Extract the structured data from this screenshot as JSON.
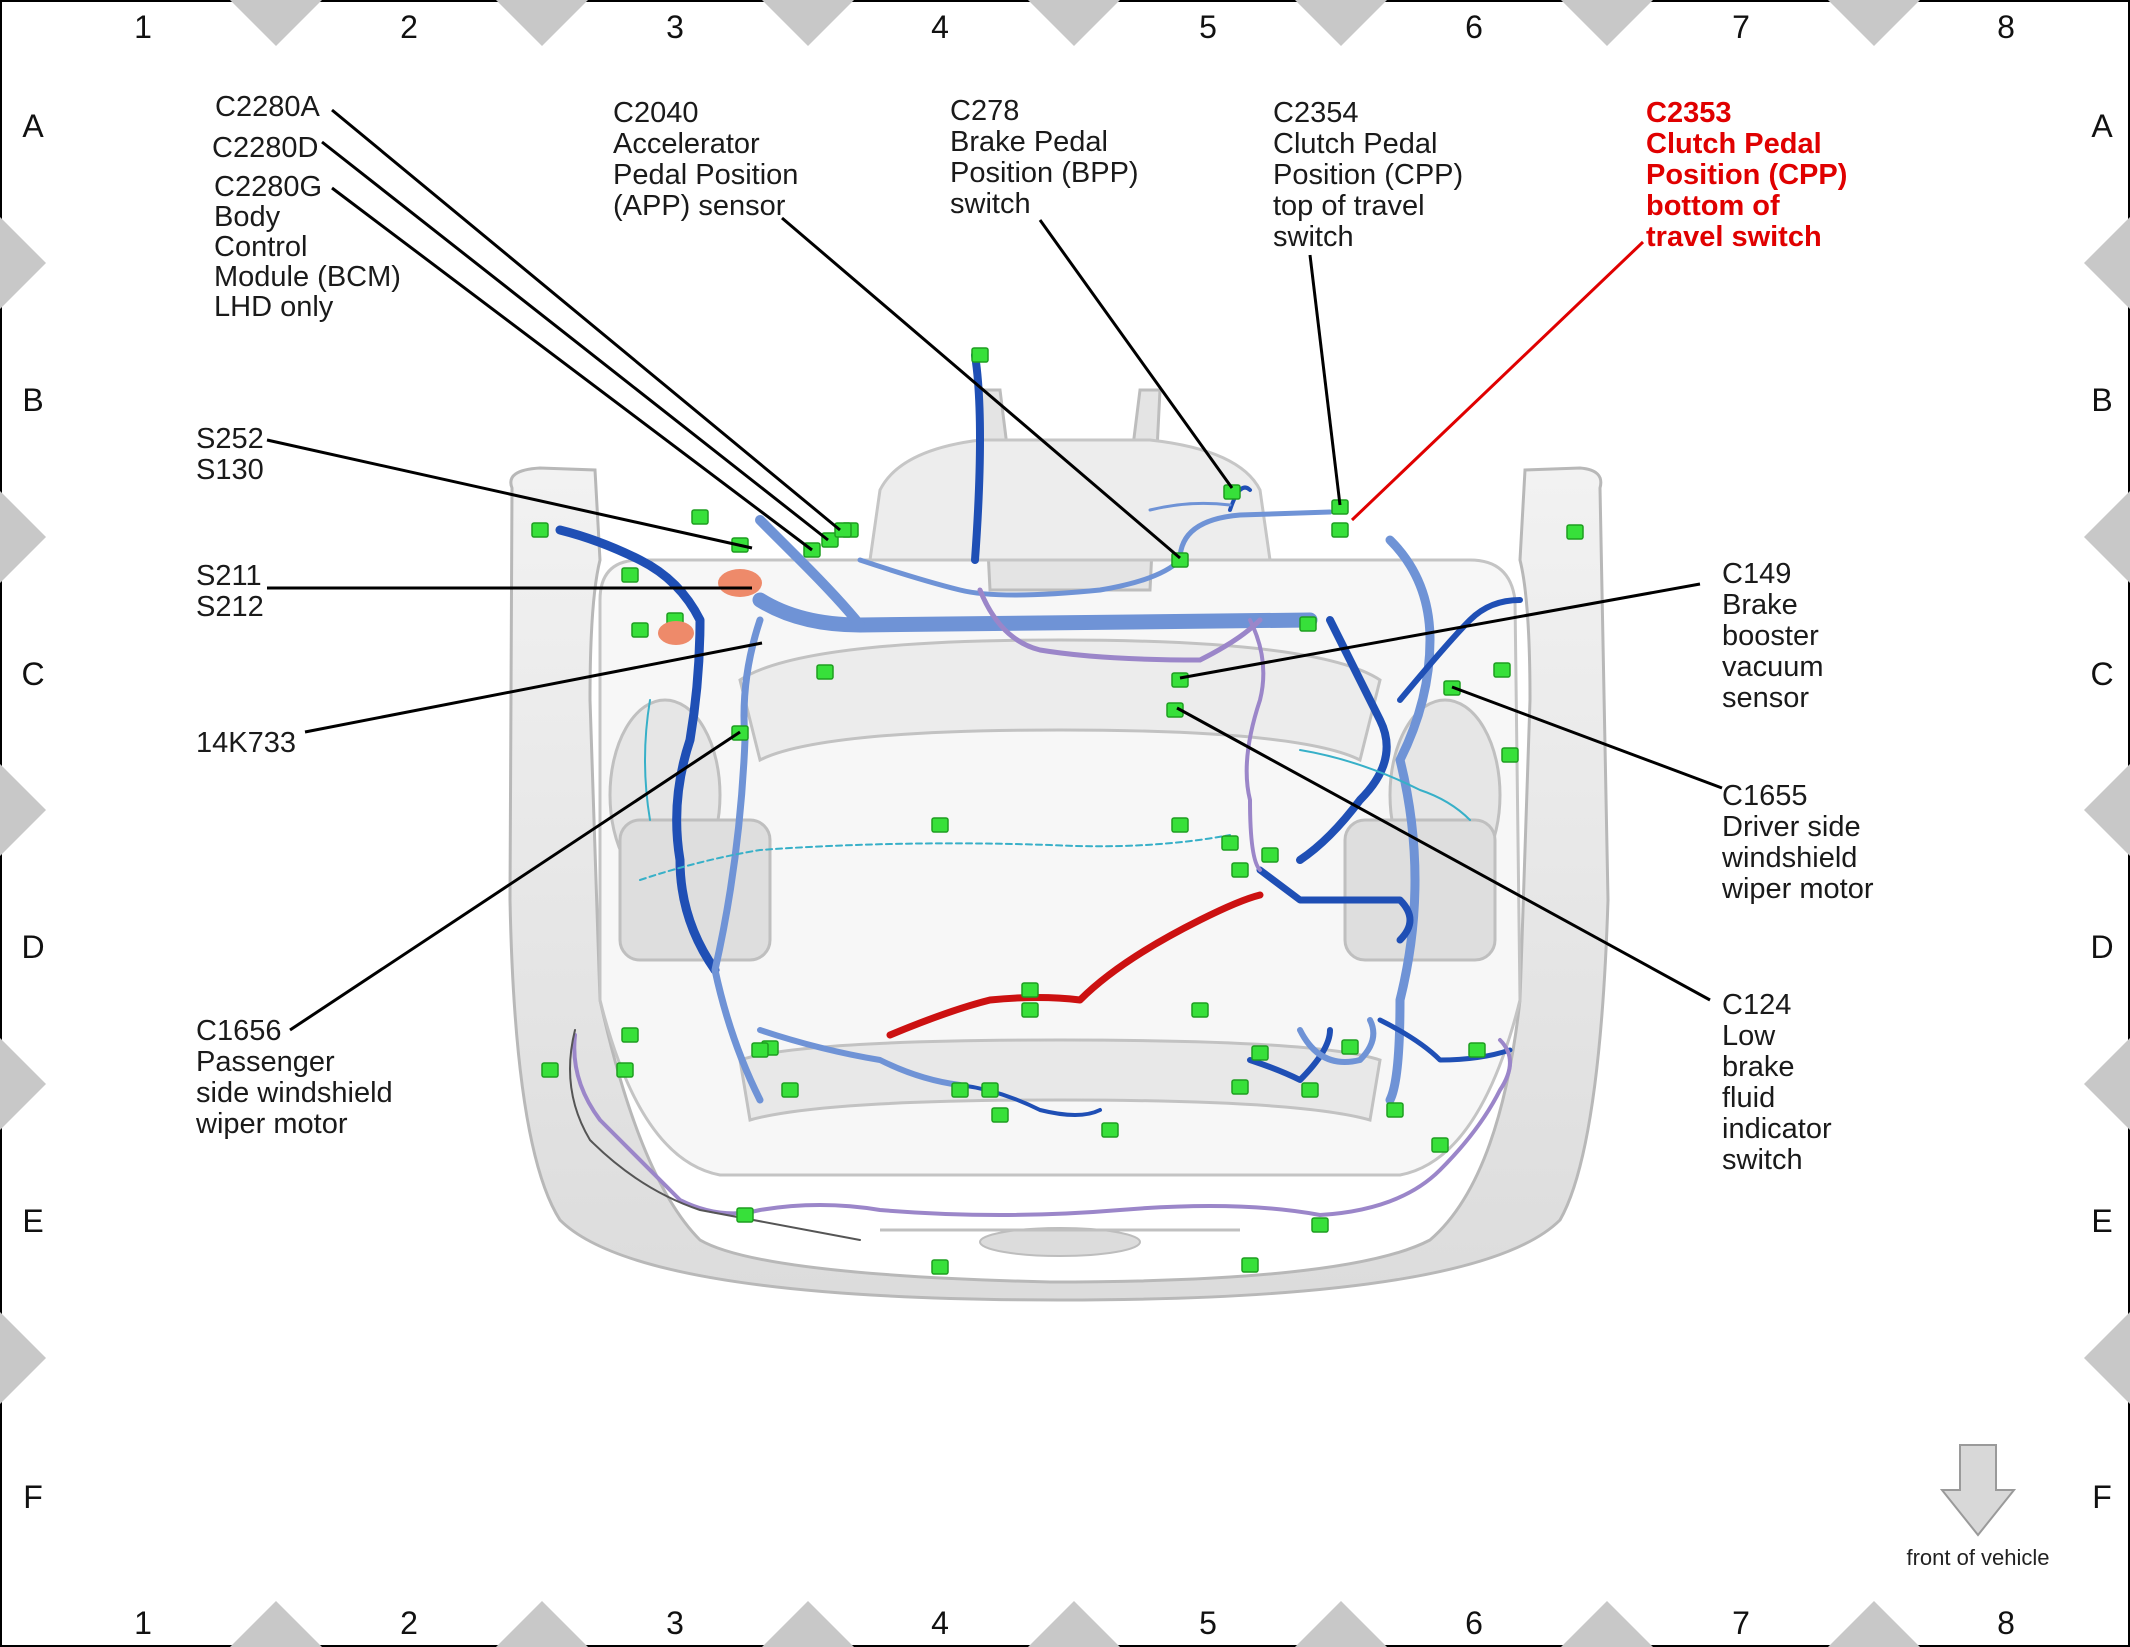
{
  "grid": {
    "columns": [
      "1",
      "2",
      "3",
      "4",
      "5",
      "6",
      "7",
      "8"
    ],
    "rows": [
      "A",
      "B",
      "C",
      "D",
      "E",
      "F"
    ]
  },
  "callouts": [
    {
      "id": "c2280a",
      "lines": [
        "C2280A"
      ]
    },
    {
      "id": "c2280d",
      "lines": [
        "C2280D"
      ]
    },
    {
      "id": "c2280g",
      "lines": [
        "C2280G",
        "Body",
        "Control",
        "Module (BCM)",
        "LHD only"
      ]
    },
    {
      "id": "c2040",
      "lines": [
        "C2040",
        "Accelerator",
        "Pedal Position",
        "(APP) sensor"
      ]
    },
    {
      "id": "c278",
      "lines": [
        "C278",
        "Brake Pedal",
        "Position (BPP)",
        "switch"
      ]
    },
    {
      "id": "c2354",
      "lines": [
        "C2354",
        "Clutch Pedal",
        "Position (CPP)",
        "top of travel",
        "switch"
      ]
    },
    {
      "id": "c2353",
      "highlight": true,
      "lines": [
        "C2353",
        "Clutch Pedal",
        "Position (CPP)",
        "bottom of",
        "travel switch"
      ]
    },
    {
      "id": "s252",
      "lines": [
        "S252",
        "S130"
      ]
    },
    {
      "id": "s211",
      "lines": [
        "S211",
        "S212"
      ]
    },
    {
      "id": "k733",
      "lines": [
        "14K733"
      ]
    },
    {
      "id": "c149",
      "lines": [
        "C149",
        "Brake",
        "booster",
        "vacuum",
        "sensor"
      ]
    },
    {
      "id": "c1655",
      "lines": [
        "C1655",
        "Driver side",
        "windshield",
        "wiper motor"
      ]
    },
    {
      "id": "c124",
      "lines": [
        "C124",
        "Low",
        "brake",
        "fluid",
        "indicator",
        "switch"
      ]
    },
    {
      "id": "c1656",
      "lines": [
        "C1656",
        "Passenger",
        "side windshield",
        "wiper motor"
      ]
    }
  ],
  "orientation_note": "front of vehicle",
  "colors": {
    "callout_line": "#000000",
    "highlight": "#e00000",
    "harness_main": "#6f93d6",
    "harness_dark": "#1f4fb5",
    "harness_purple": "#9b86c9",
    "harness_red": "#cc1111",
    "connector": "#37e03a",
    "body": "#eaeaea",
    "diamond": "#c8c8c8"
  }
}
